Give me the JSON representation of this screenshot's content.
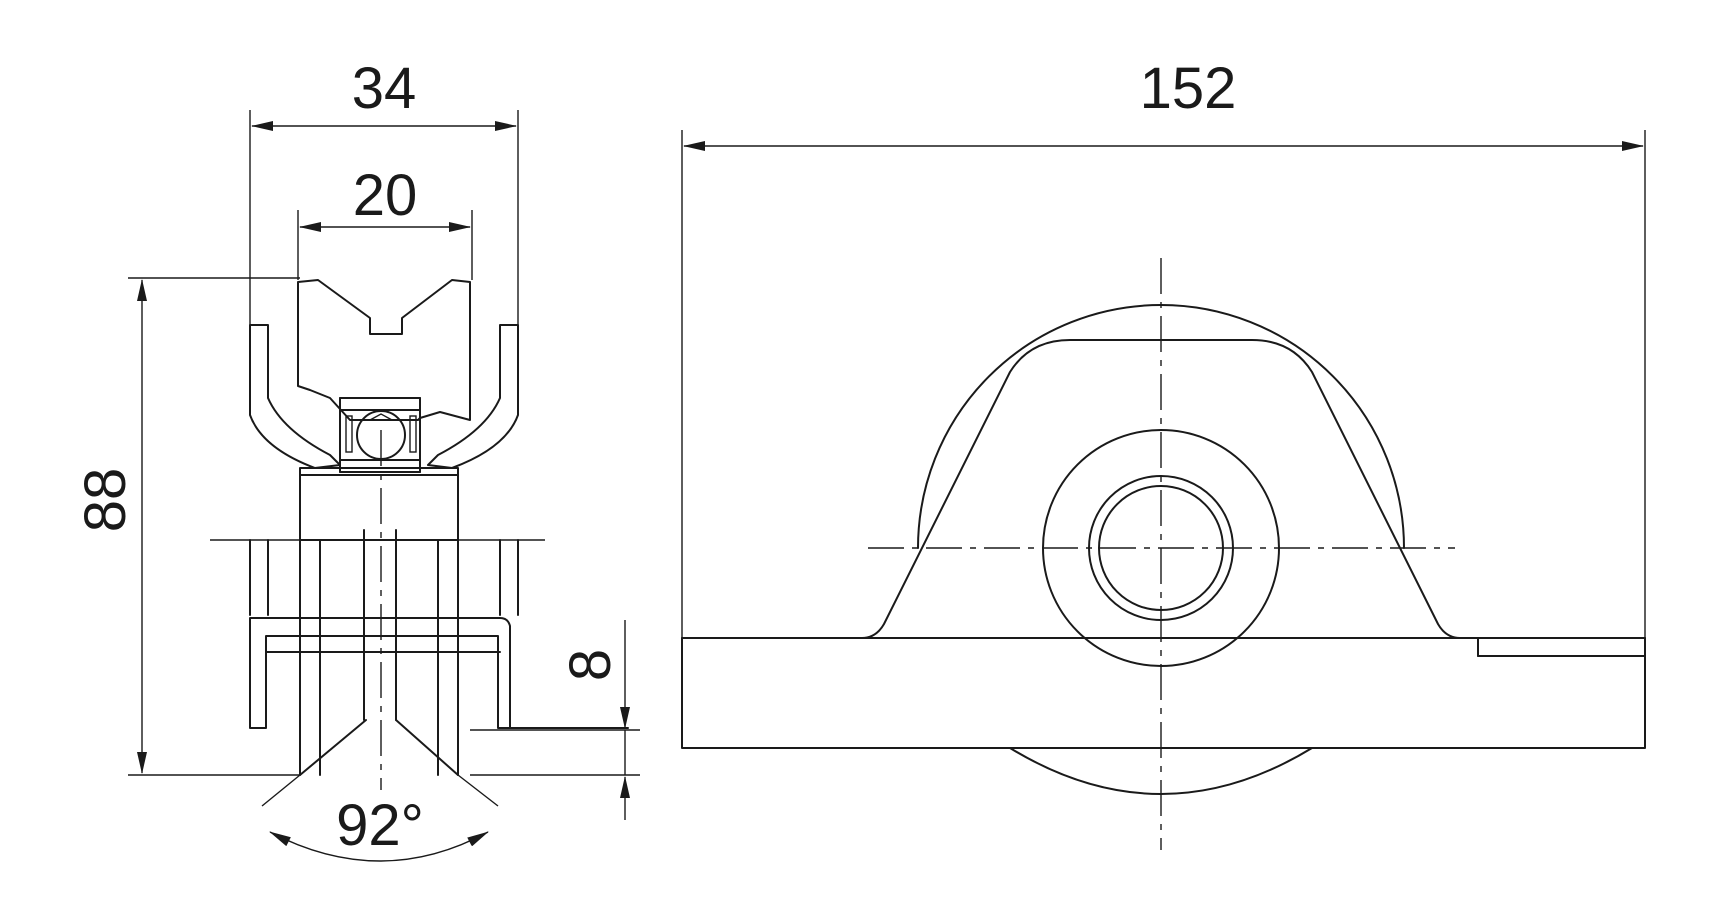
{
  "drawing": {
    "dimensions": {
      "width_34": "34",
      "width_20": "20",
      "height_88": "88",
      "height_8": "8",
      "angle_92": "92°",
      "length_152": "152"
    },
    "colors": {
      "line": "#1a1a1a",
      "background": "#ffffff"
    }
  }
}
